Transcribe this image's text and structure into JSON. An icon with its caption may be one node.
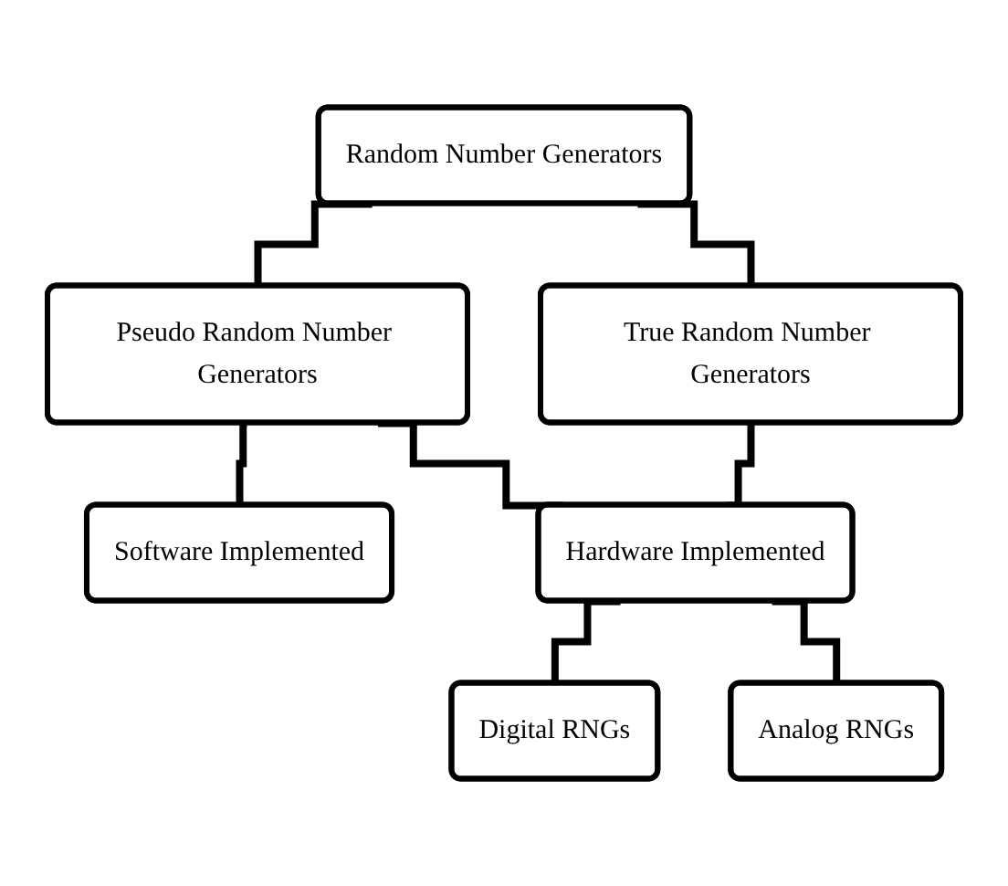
{
  "diagram": {
    "nodes": [
      {
        "text": [
          "Random Number Generators"
        ]
      },
      {
        "text": [
          "Pseudo Random Number Generators"
        ]
      },
      {
        "text": [
          "True Random Number Generators"
        ]
      },
      {
        "text": [
          "Software Implemented"
        ]
      },
      {
        "text": [
          "Hardware Implemented"
        ]
      },
      {
        "text": [
          "Digital RNGs"
        ]
      },
      {
        "text": [
          "Analog RNGs"
        ]
      }
    ],
    "edges": [
      {
        "from": 0,
        "to": 1,
        "arrow": "none"
      },
      {
        "from": 0,
        "to": 2,
        "arrow": "none"
      },
      {
        "from": 1,
        "to": 3,
        "arrow": "none"
      },
      {
        "from": 1,
        "to": 4,
        "arrow": "none"
      },
      {
        "from": 2,
        "to": 4,
        "arrow": "none"
      },
      {
        "from": 4,
        "to": 5,
        "arrow": "none"
      },
      {
        "from": 4,
        "to": 6,
        "arrow": "none"
      }
    ]
  }
}
